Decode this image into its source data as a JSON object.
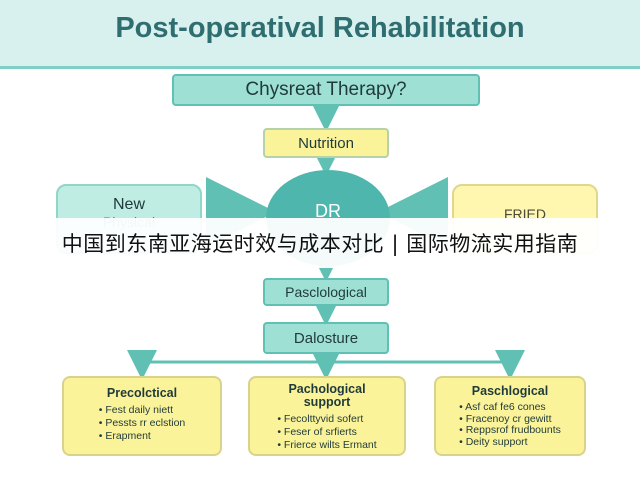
{
  "diagram": {
    "title": "Post-operatival Rehabilitation",
    "banner_text": "中国到东南亚海运时效与成本对比 | 国际物流实用指南",
    "nodes": {
      "top": "Chysreat Therapy?",
      "nutrition": "Nutrition",
      "left_line1": "New",
      "left_line2": "Physical",
      "center": "DR",
      "right_line1": "FRIED",
      "pasclological": "Pasclological",
      "dalosture": "Dalosture"
    },
    "cards": [
      {
        "title": "Precolctical",
        "items": [
          "Fest daily niett",
          "Pessts rr eclstion",
          "Erapment"
        ]
      },
      {
        "title": "Pachological support",
        "items": [
          "Fecolttyvid sofert",
          "Feser of srfierts",
          "Frierce wilts Ermant"
        ]
      },
      {
        "title": "Paschlogical",
        "items": [
          "Asf caf fe6 cones",
          "Fracenoy cr gewitt",
          "Reppsrof frudbounts",
          "Deity support"
        ]
      }
    ]
  },
  "colors": {
    "teal": "#5fc0b3",
    "yellow": "#fbf39a",
    "title": "#2f6e70"
  }
}
